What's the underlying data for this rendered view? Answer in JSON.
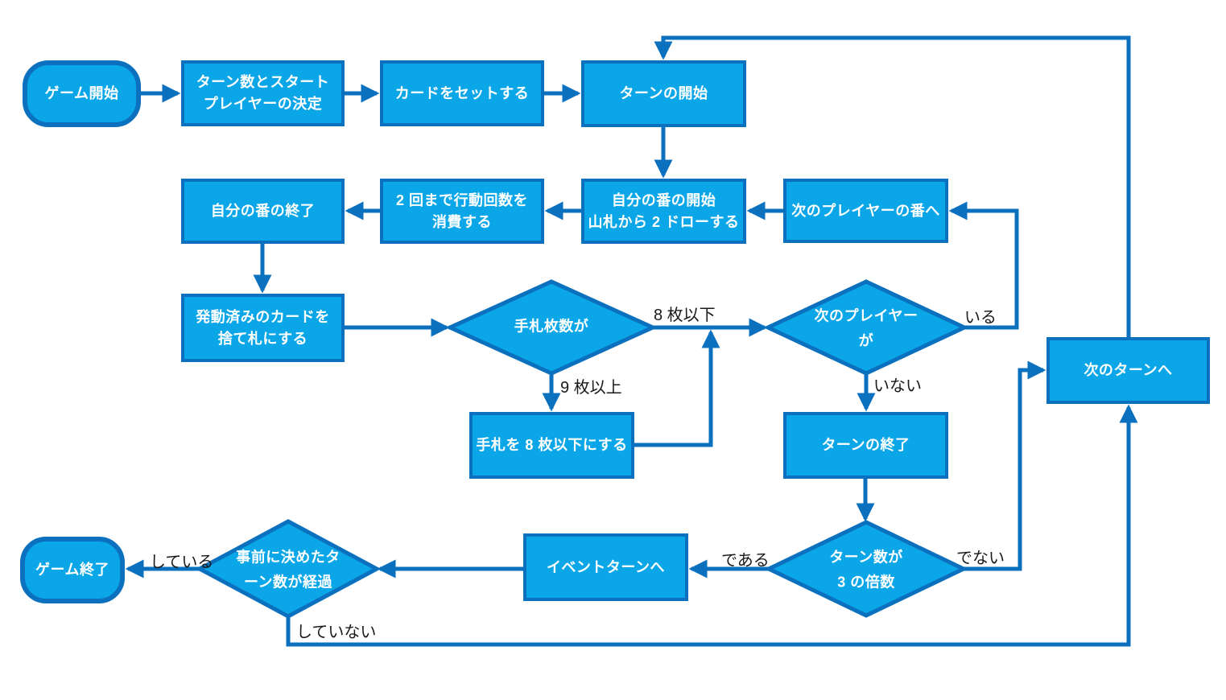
{
  "colors": {
    "node_fill": "#0aa6e7",
    "node_border": "#0b70bd",
    "connector": "#0b70bd",
    "node_text": "#ffffff",
    "edge_label_text": "#1a1a1a",
    "background": "#ffffff"
  },
  "nodes": {
    "start": {
      "label": "ゲーム開始"
    },
    "decide_turns": {
      "label": "ターン数とスタート\nプレイヤーの決定"
    },
    "set_cards": {
      "label": "カードをセットする"
    },
    "turn_start": {
      "label": "ターンの開始"
    },
    "my_turn_end": {
      "label": "自分の番の終了"
    },
    "consume_actions": {
      "label": "2 回まで行動回数を\n消費する"
    },
    "my_turn_start": {
      "label": "自分の番の開始\n山札から 2 ドローする"
    },
    "next_player_turn": {
      "label": "次のプレイヤーの番へ"
    },
    "discard_used": {
      "label": "発動済みのカードを\n捨て札にする"
    },
    "hand_count": {
      "label": "手札枚数が"
    },
    "next_player_exists": {
      "label": "次のプレイヤー\nが"
    },
    "next_turn": {
      "label": "次のターンへ"
    },
    "reduce_hand": {
      "label": "手札を 8 枚以下にする"
    },
    "turn_end": {
      "label": "ターンの終了"
    },
    "turn_multiple_of_3": {
      "label": "ターン数が\n3 の倍数"
    },
    "event_turn": {
      "label": "イベントターンへ"
    },
    "predetermined_turns": {
      "label": "事前に決めたタ\nーン数が経過"
    },
    "game_end": {
      "label": "ゲーム終了"
    }
  },
  "edge_labels": {
    "hand_8_or_less": "8 枚以下",
    "hand_9_or_more": "9 枚以上",
    "player_exists": "いる",
    "player_not_exists": "いない",
    "not_multiple": "でない",
    "is_multiple": "である",
    "elapsed": "している",
    "not_elapsed": "していない"
  }
}
